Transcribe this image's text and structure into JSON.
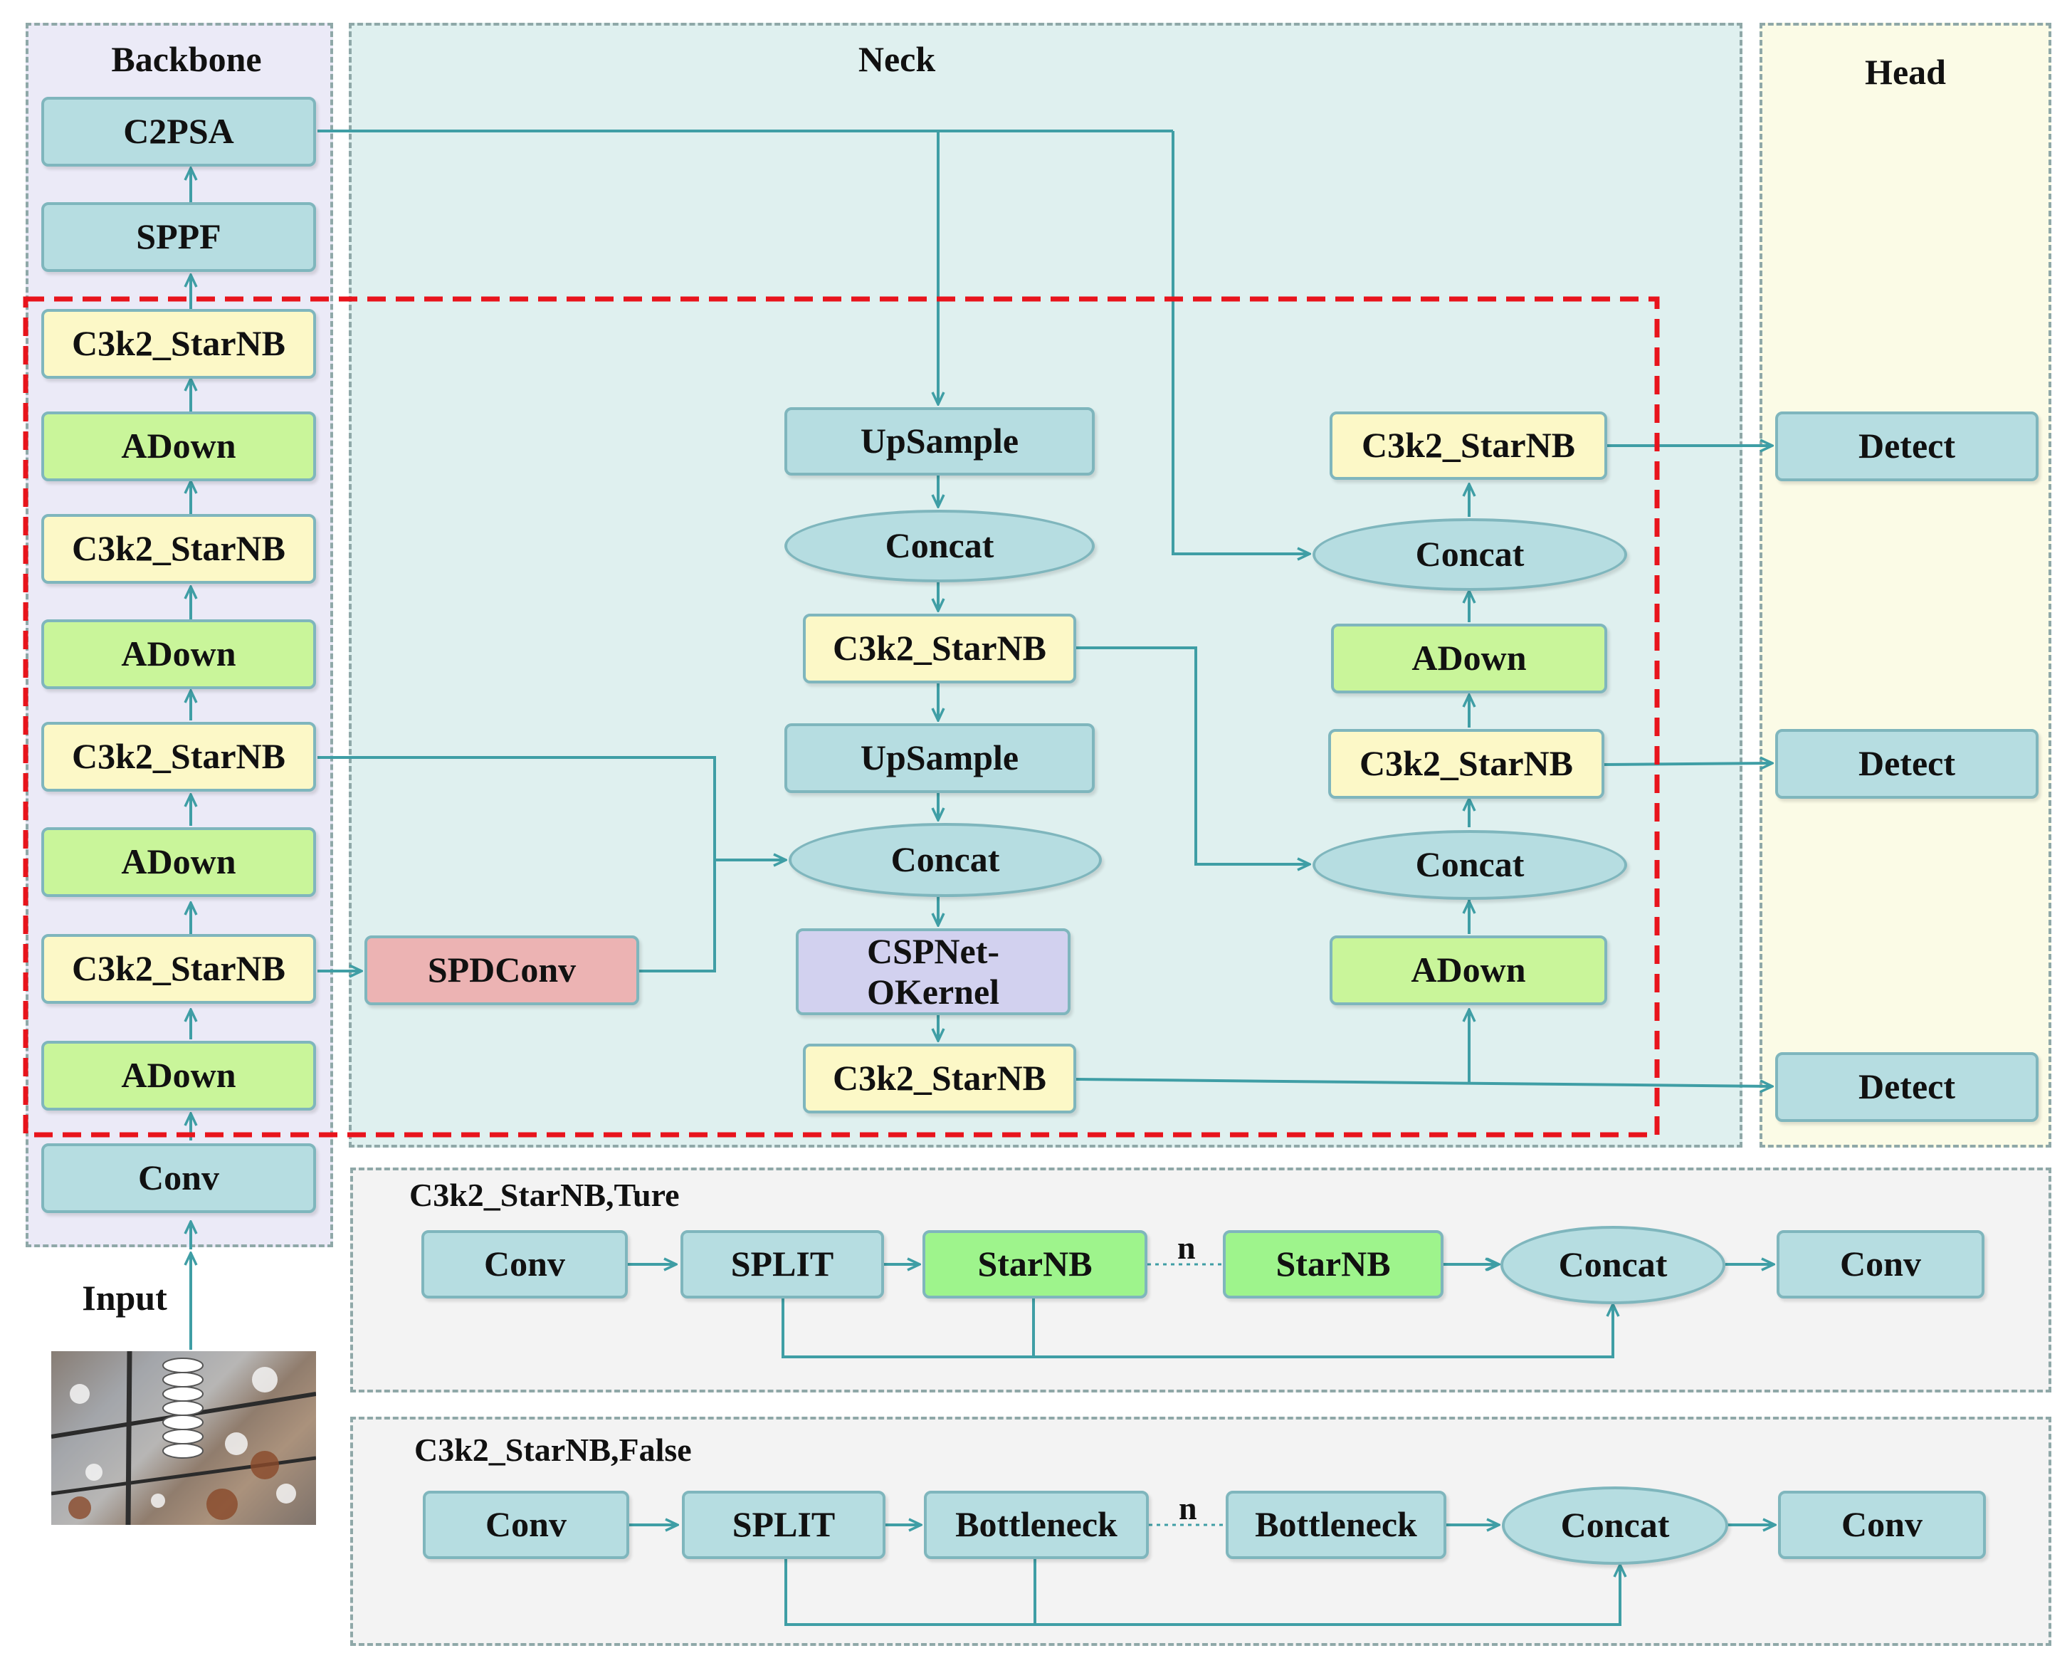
{
  "titles": {
    "backbone": "Backbone",
    "neck": "Neck",
    "head": "Head",
    "input": "Input",
    "true_variant": "C3k2_StarNB,Ture",
    "false_variant": "C3k2_StarNB,False",
    "repeat_n": "n"
  },
  "backbone": {
    "c2psa": "C2PSA",
    "sppf": "SPPF",
    "c3k2_1": "C3k2_StarNB",
    "adown_1": "ADown",
    "c3k2_2": "C3k2_StarNB",
    "adown_2": "ADown",
    "c3k2_3": "C3k2_StarNB",
    "adown_3": "ADown",
    "c3k2_4": "C3k2_StarNB",
    "adown_4": "ADown",
    "conv": "Conv"
  },
  "neck": {
    "upsample_1": "UpSample",
    "concat_1": "Concat",
    "c3k2_1": "C3k2_StarNB",
    "upsample_2": "UpSample",
    "concat_2": "Concat",
    "cspnet": "CSPNet-\nOKernel",
    "c3k2_2": "C3k2_StarNB",
    "spdconv": "SPDConv",
    "c3k2_top": "C3k2_StarNB",
    "concat_top": "Concat",
    "adown_top": "ADown",
    "c3k2_mid": "C3k2_StarNB",
    "concat_mid": "Concat",
    "adown_bottom": "ADown"
  },
  "head": {
    "detect_1": "Detect",
    "detect_2": "Detect",
    "detect_3": "Detect"
  },
  "true_row": {
    "conv_in": "Conv",
    "split": "SPLIT",
    "block_1": "StarNB",
    "block_n": "StarNB",
    "concat": "Concat",
    "conv_out": "Conv"
  },
  "false_row": {
    "conv_in": "Conv",
    "split": "SPLIT",
    "block_1": "Bottleneck",
    "block_n": "Bottleneck",
    "concat": "Concat",
    "conv_out": "Conv"
  },
  "colors": {
    "blue_box": "#b6dde1",
    "yellow_box": "#fcf8c7",
    "green_box": "#c9f59a",
    "starnb_box": "#9ef48c",
    "spdconv_box": "#ecb3b3",
    "cspnet_box": "#d2d1ef",
    "arrow": "#3f9ea5",
    "highlight": "#e8141c"
  }
}
